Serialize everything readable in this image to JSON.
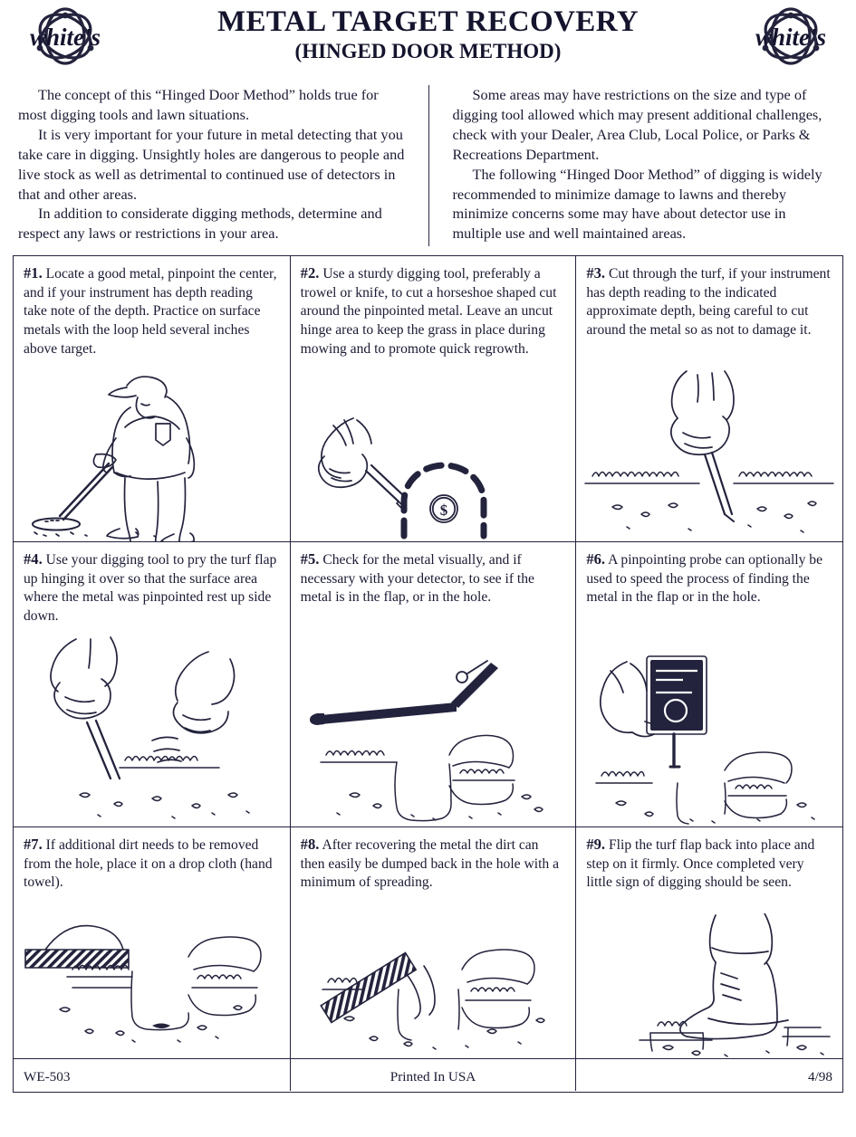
{
  "header": {
    "title_main": "METAL TARGET RECOVERY",
    "title_sub": "(HINGED DOOR METHOD)",
    "logo_text": "white's",
    "logo_left_name": "whites-logo-left",
    "logo_right_name": "whites-logo-right"
  },
  "intro": {
    "left": [
      "The concept of this “Hinged Door Method” holds true for most digging tools and lawn situations.",
      "It is very important for your future in metal detecting that you take care in digging.  Unsightly holes are dangerous to people and live stock as well as detrimental to continued use of detectors in that and other areas.",
      "In addition to considerate digging methods, determine and respect any laws or restrictions in your area."
    ],
    "right": [
      "Some areas may have restrictions on the size and type of digging tool allowed which may present additional challenges, check with your Dealer, Area Club, Local Police, or Parks & Recreations Department.",
      "The following “Hinged Door Method” of digging is widely recommended to minimize damage to lawns and thereby minimize concerns some may have about detector use in multiple use and well maintained areas."
    ]
  },
  "steps": [
    {
      "num": "#1.",
      "text": "Locate a good metal, pinpoint the center, and if your instrument has depth reading take note of the depth.  Practice on surface metals with the loop held several inches above target.",
      "illustration": "detectorist-sweeping-coil"
    },
    {
      "num": "#2.",
      "text": "Use a sturdy digging tool, preferably a trowel or knife, to cut a horseshoe shaped cut around the pinpointed metal.  Leave an uncut hinge area to keep the grass in place during mowing and to promote quick regrowth.",
      "illustration": "hand-with-knife-horseshoe-cut"
    },
    {
      "num": "#3.",
      "text": "Cut through the turf, if your instrument has depth reading to the indicated approximate depth, being careful to cut around the metal so as not to damage it.",
      "illustration": "hand-cutting-turf-cross-section"
    },
    {
      "num": "#4.",
      "text": "Use your digging tool to pry the turf flap up hinging it over so that the surface area where the metal was pinpointed rest up side down.",
      "illustration": "hands-prying-turf-flap"
    },
    {
      "num": "#5.",
      "text": "Check for the metal visually, and if necessary with your detector, to see if the metal is in the flap, or in the hole.",
      "illustration": "detector-coil-over-open-hole"
    },
    {
      "num": "#6.",
      "text": "A pinpointing probe can optionally be used to speed the process of finding the metal in the flap or in the hole.",
      "illustration": "pinpointing-probe-in-hand"
    },
    {
      "num": "#7.",
      "text": "If additional dirt needs to be removed from the hole, place it on a drop cloth (hand towel).",
      "illustration": "dirt-pile-on-drop-cloth"
    },
    {
      "num": "#8.",
      "text": "After recovering the metal the dirt can then easily be dumped back in the hole with a minimum of spreading.",
      "illustration": "drop-cloth-dumping-dirt-back"
    },
    {
      "num": "#9.",
      "text": "Flip the turf flap back into place and step on it firmly.  Once completed very little sign of digging should be seen.",
      "illustration": "boot-stepping-on-turf-flap"
    }
  ],
  "footer": {
    "doc_code": "WE-503",
    "printed": "Printed In USA",
    "date": "4/98"
  },
  "colors": {
    "ink": "#23233d",
    "paper": "#ffffff"
  }
}
